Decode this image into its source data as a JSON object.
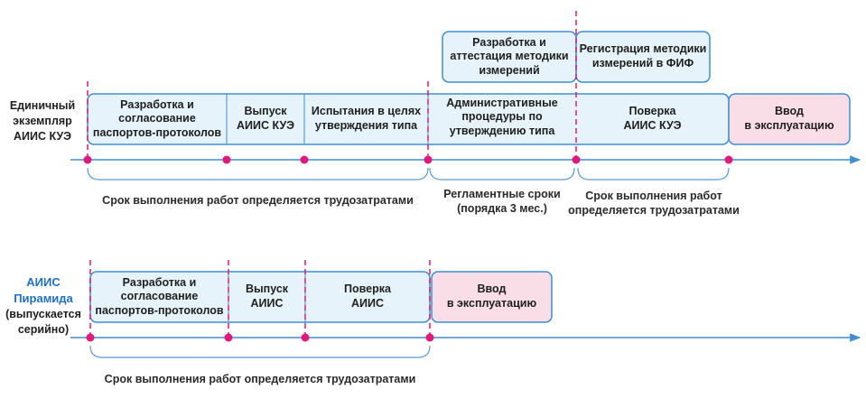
{
  "colors": {
    "box_blue_fill": "#e6f3fb",
    "box_blue_border": "#3f8fd1",
    "box_pink_fill": "#f9dde7",
    "dot_magenta": "#e0197b",
    "axis_blue": "#3f8fd1",
    "brace_blue": "#5a9bd6",
    "title_blue": "#1f6fc4"
  },
  "row1": {
    "label": "Единичный\nэкземпляр\nАИИС КУЭ",
    "stages": [
      "Разработка и\nсогласование\nпаспортов-протоколов",
      "Выпуск\nАИИС КУЭ",
      "Испытания в целях\nутверждения типа",
      "Административные\nпроцедуры по\nутверждению типа",
      "Поверка\nАИИС КУЭ"
    ],
    "commissioning": "Ввод\nв эксплуатацию",
    "upper_stages": [
      "Разработка и\nаттестация методики\nизмерений",
      "Регистрация методики\nизмерений в ФИФ"
    ],
    "brace_labels": [
      "Срок выполнения работ определяется трудозатратами",
      "Регламентные сроки\n(порядка 3 мес.)",
      "Срок выполнения работ\nопределяется трудозатратами"
    ]
  },
  "row2": {
    "label_title": "АИИС\nПирамида",
    "label_sub": "(выпускается\nсерийно)",
    "stages": [
      "Разработка и\nсогласование\nпаспортов-протоколов",
      "Выпуск\nАИИС",
      "Поверка\nАИИС"
    ],
    "commissioning": "Ввод\nв эксплуатацию",
    "brace_label": "Срок выполнения работ определяется трудозатратами"
  }
}
